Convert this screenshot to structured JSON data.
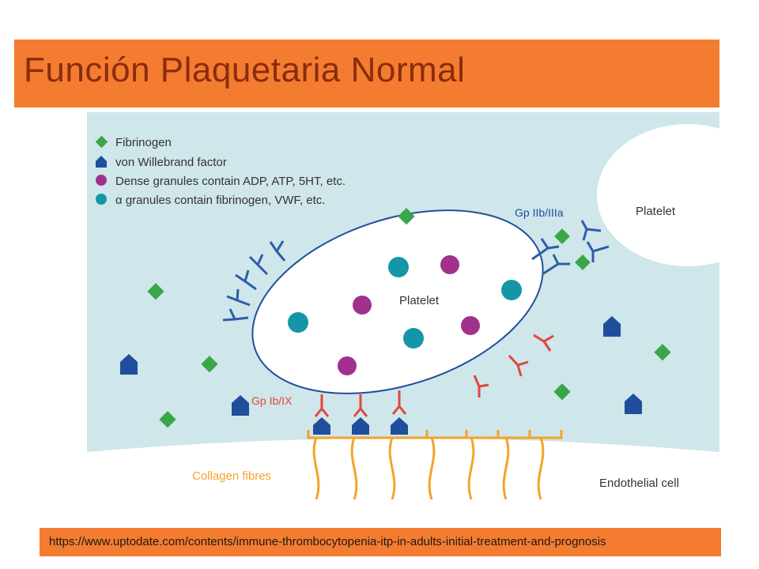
{
  "slide": {
    "title": "Función Plaquetaria Normal",
    "source_url": "https://www.uptodate.com/contents/immune-thrombocytopenia-itp-in-adults-initial-treatment-and-prognosis"
  },
  "diagram": {
    "legend": [
      {
        "marker": "green-diamond",
        "label": "Fibrinogen"
      },
      {
        "marker": "blue-house",
        "label": "von Willebrand factor"
      },
      {
        "marker": "purple-circle",
        "label": "Dense granules contain ADP, ATP, 5HT, etc."
      },
      {
        "marker": "teal-circle",
        "label": "α granules contain fibrinogen, VWF, etc."
      }
    ],
    "labels": {
      "platelet_main": "Platelet",
      "platelet_adjacent": "Platelet",
      "gp_iib_iiia": "Gp IIb/IIIa",
      "gp_ib_ix": "Gp Ib/IX",
      "collagen": "Collagen fibres",
      "endothelial": "Endothelial cell"
    },
    "colors": {
      "background": "#cfe6ea",
      "fibrinogen": "#3aa64a",
      "vwf": "#1f4f9c",
      "dense_granule": "#a0318d",
      "alpha_granule": "#1496a6",
      "receptor_blue": "#2f5da8",
      "receptor_red": "#e0463e",
      "collagen": "#f4a32a",
      "title_bar": "#f47c30",
      "title_text": "#8a2c0c"
    }
  }
}
